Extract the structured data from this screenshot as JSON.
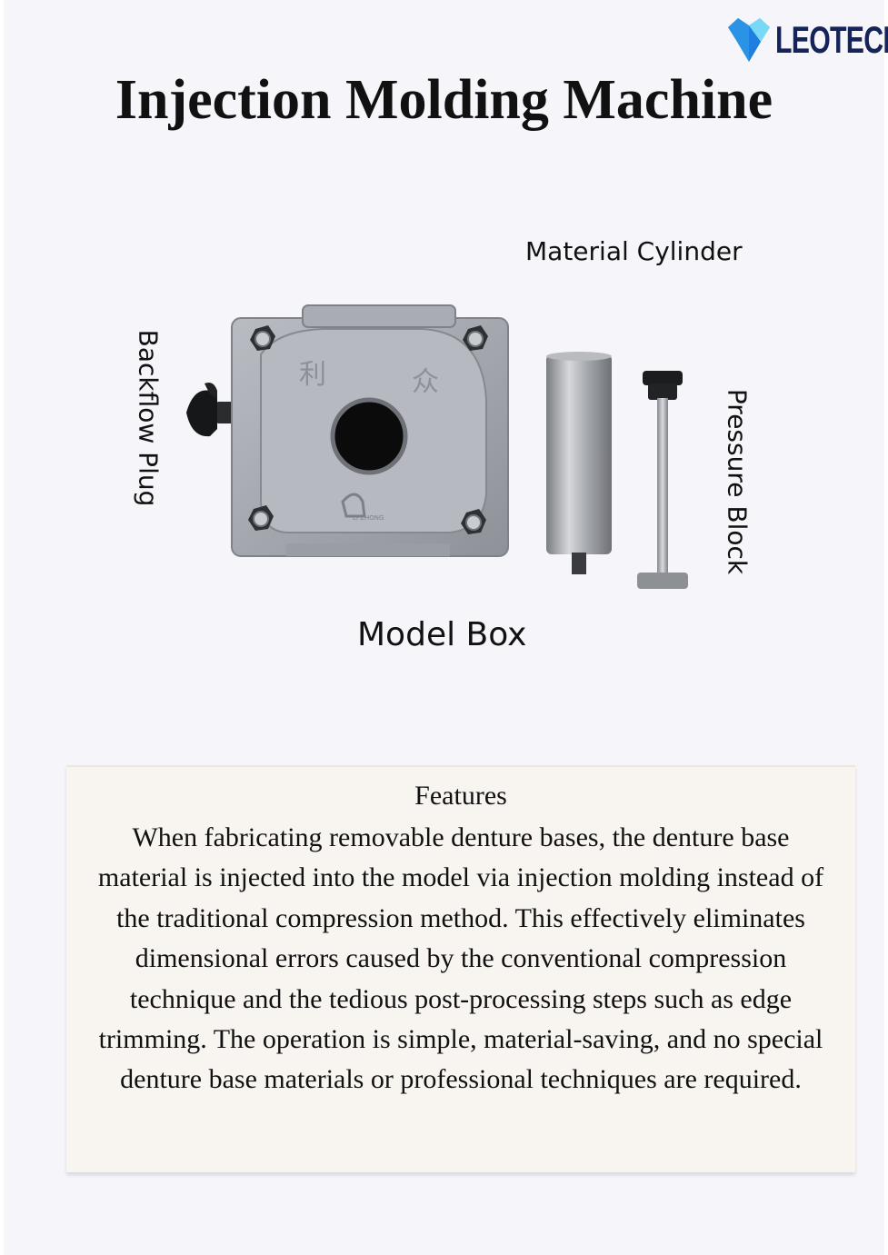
{
  "brand": {
    "name": "LEOTECH",
    "colors": {
      "logo_light": "#48c6f2",
      "logo_dark": "#1f7fe0",
      "text": "#15235b"
    }
  },
  "header": {
    "title": "Injection Molding Machine"
  },
  "diagram": {
    "labels": {
      "material_cylinder": "Material Cylinder",
      "backflow_plug": "Backflow Plug",
      "pressure_block": "Pressure Block",
      "model_box": "Model Box"
    }
  },
  "features": {
    "title": "Features",
    "body": "When fabricating removable denture bases, the denture base material is injected into the model via injection molding instead of the traditional compression method. This effectively eliminates dimensional errors caused by the conventional compression technique and the tedious post-processing steps such as edge trimming. The operation is simple, material-saving, and no special denture base materials or professional techniques are required."
  }
}
